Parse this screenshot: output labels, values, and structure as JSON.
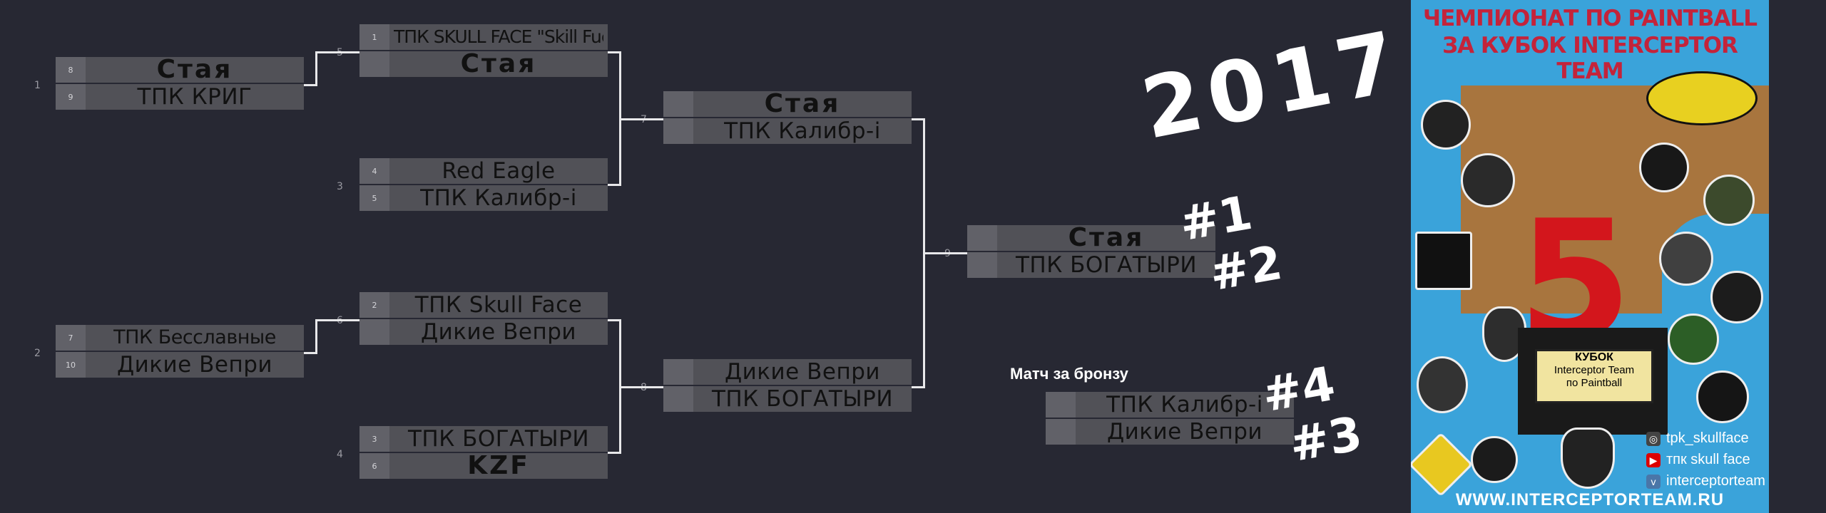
{
  "year": "2017",
  "bronze_label": "Матч за бронзу",
  "places": {
    "first": "#1",
    "second": "#2",
    "third": "#3",
    "fourth": "#4"
  },
  "matches": [
    {
      "num": "1",
      "top": {
        "seed": "8",
        "team": "Стая"
      },
      "bottom": {
        "seed": "9",
        "team": "ТПК КРИГ"
      }
    },
    {
      "num": "2",
      "top": {
        "seed": "7",
        "team": "ТПК Бесславные"
      },
      "bottom": {
        "seed": "10",
        "team": "Дикие Вепри"
      }
    },
    {
      "num": "5",
      "top": {
        "seed": "1",
        "team": "ТПК SKULL FACE \"Skill Fuck\""
      },
      "bottom": {
        "seed": "",
        "team": "Стая"
      }
    },
    {
      "num": "3",
      "top": {
        "seed": "4",
        "team": "Red Eagle"
      },
      "bottom": {
        "seed": "5",
        "team": "ТПК Калибр-і"
      }
    },
    {
      "num": "6",
      "top": {
        "seed": "2",
        "team": "ТПК Skull Face"
      },
      "bottom": {
        "seed": "",
        "team": "Дикие Вепри"
      }
    },
    {
      "num": "4",
      "top": {
        "seed": "3",
        "team": "ТПК БОГАТЫРИ"
      },
      "bottom": {
        "seed": "6",
        "team": "KZF"
      }
    },
    {
      "num": "7",
      "top": {
        "seed": "",
        "team": "Стая"
      },
      "bottom": {
        "seed": "",
        "team": "ТПК Калибр-і"
      }
    },
    {
      "num": "8",
      "top": {
        "seed": "",
        "team": "Дикие Вепри"
      },
      "bottom": {
        "seed": "",
        "team": "ТПК БОГАТЫРИ"
      }
    },
    {
      "num": "9",
      "top": {
        "seed": "",
        "team": "Стая"
      },
      "bottom": {
        "seed": "",
        "team": "ТПК БОГАТЫРИ"
      }
    },
    {
      "num": "",
      "top": {
        "seed": "",
        "team": "ТПК Калибр-і"
      },
      "bottom": {
        "seed": "",
        "team": "Дикие Вепри"
      }
    }
  ],
  "poster": {
    "title_line1": "ЧЕМПИОНАТ ПО PAINTBALL",
    "title_line2": "ЗА КУБОК INTERCEPTOR TEAM",
    "number": "5",
    "plate_line1": "КУБОК",
    "plate_line2": "Interceptor Team",
    "plate_line3": "по Paintball",
    "social": [
      "tpk_skullface",
      "тпк skull face",
      "interceptorteam"
    ],
    "website": "WWW.INTERCEPTORTEAM.RU",
    "colors": {
      "blue": "#3aa3da",
      "brown": "#a8753e",
      "red": "#d3161c",
      "title": "#c4233a"
    }
  }
}
